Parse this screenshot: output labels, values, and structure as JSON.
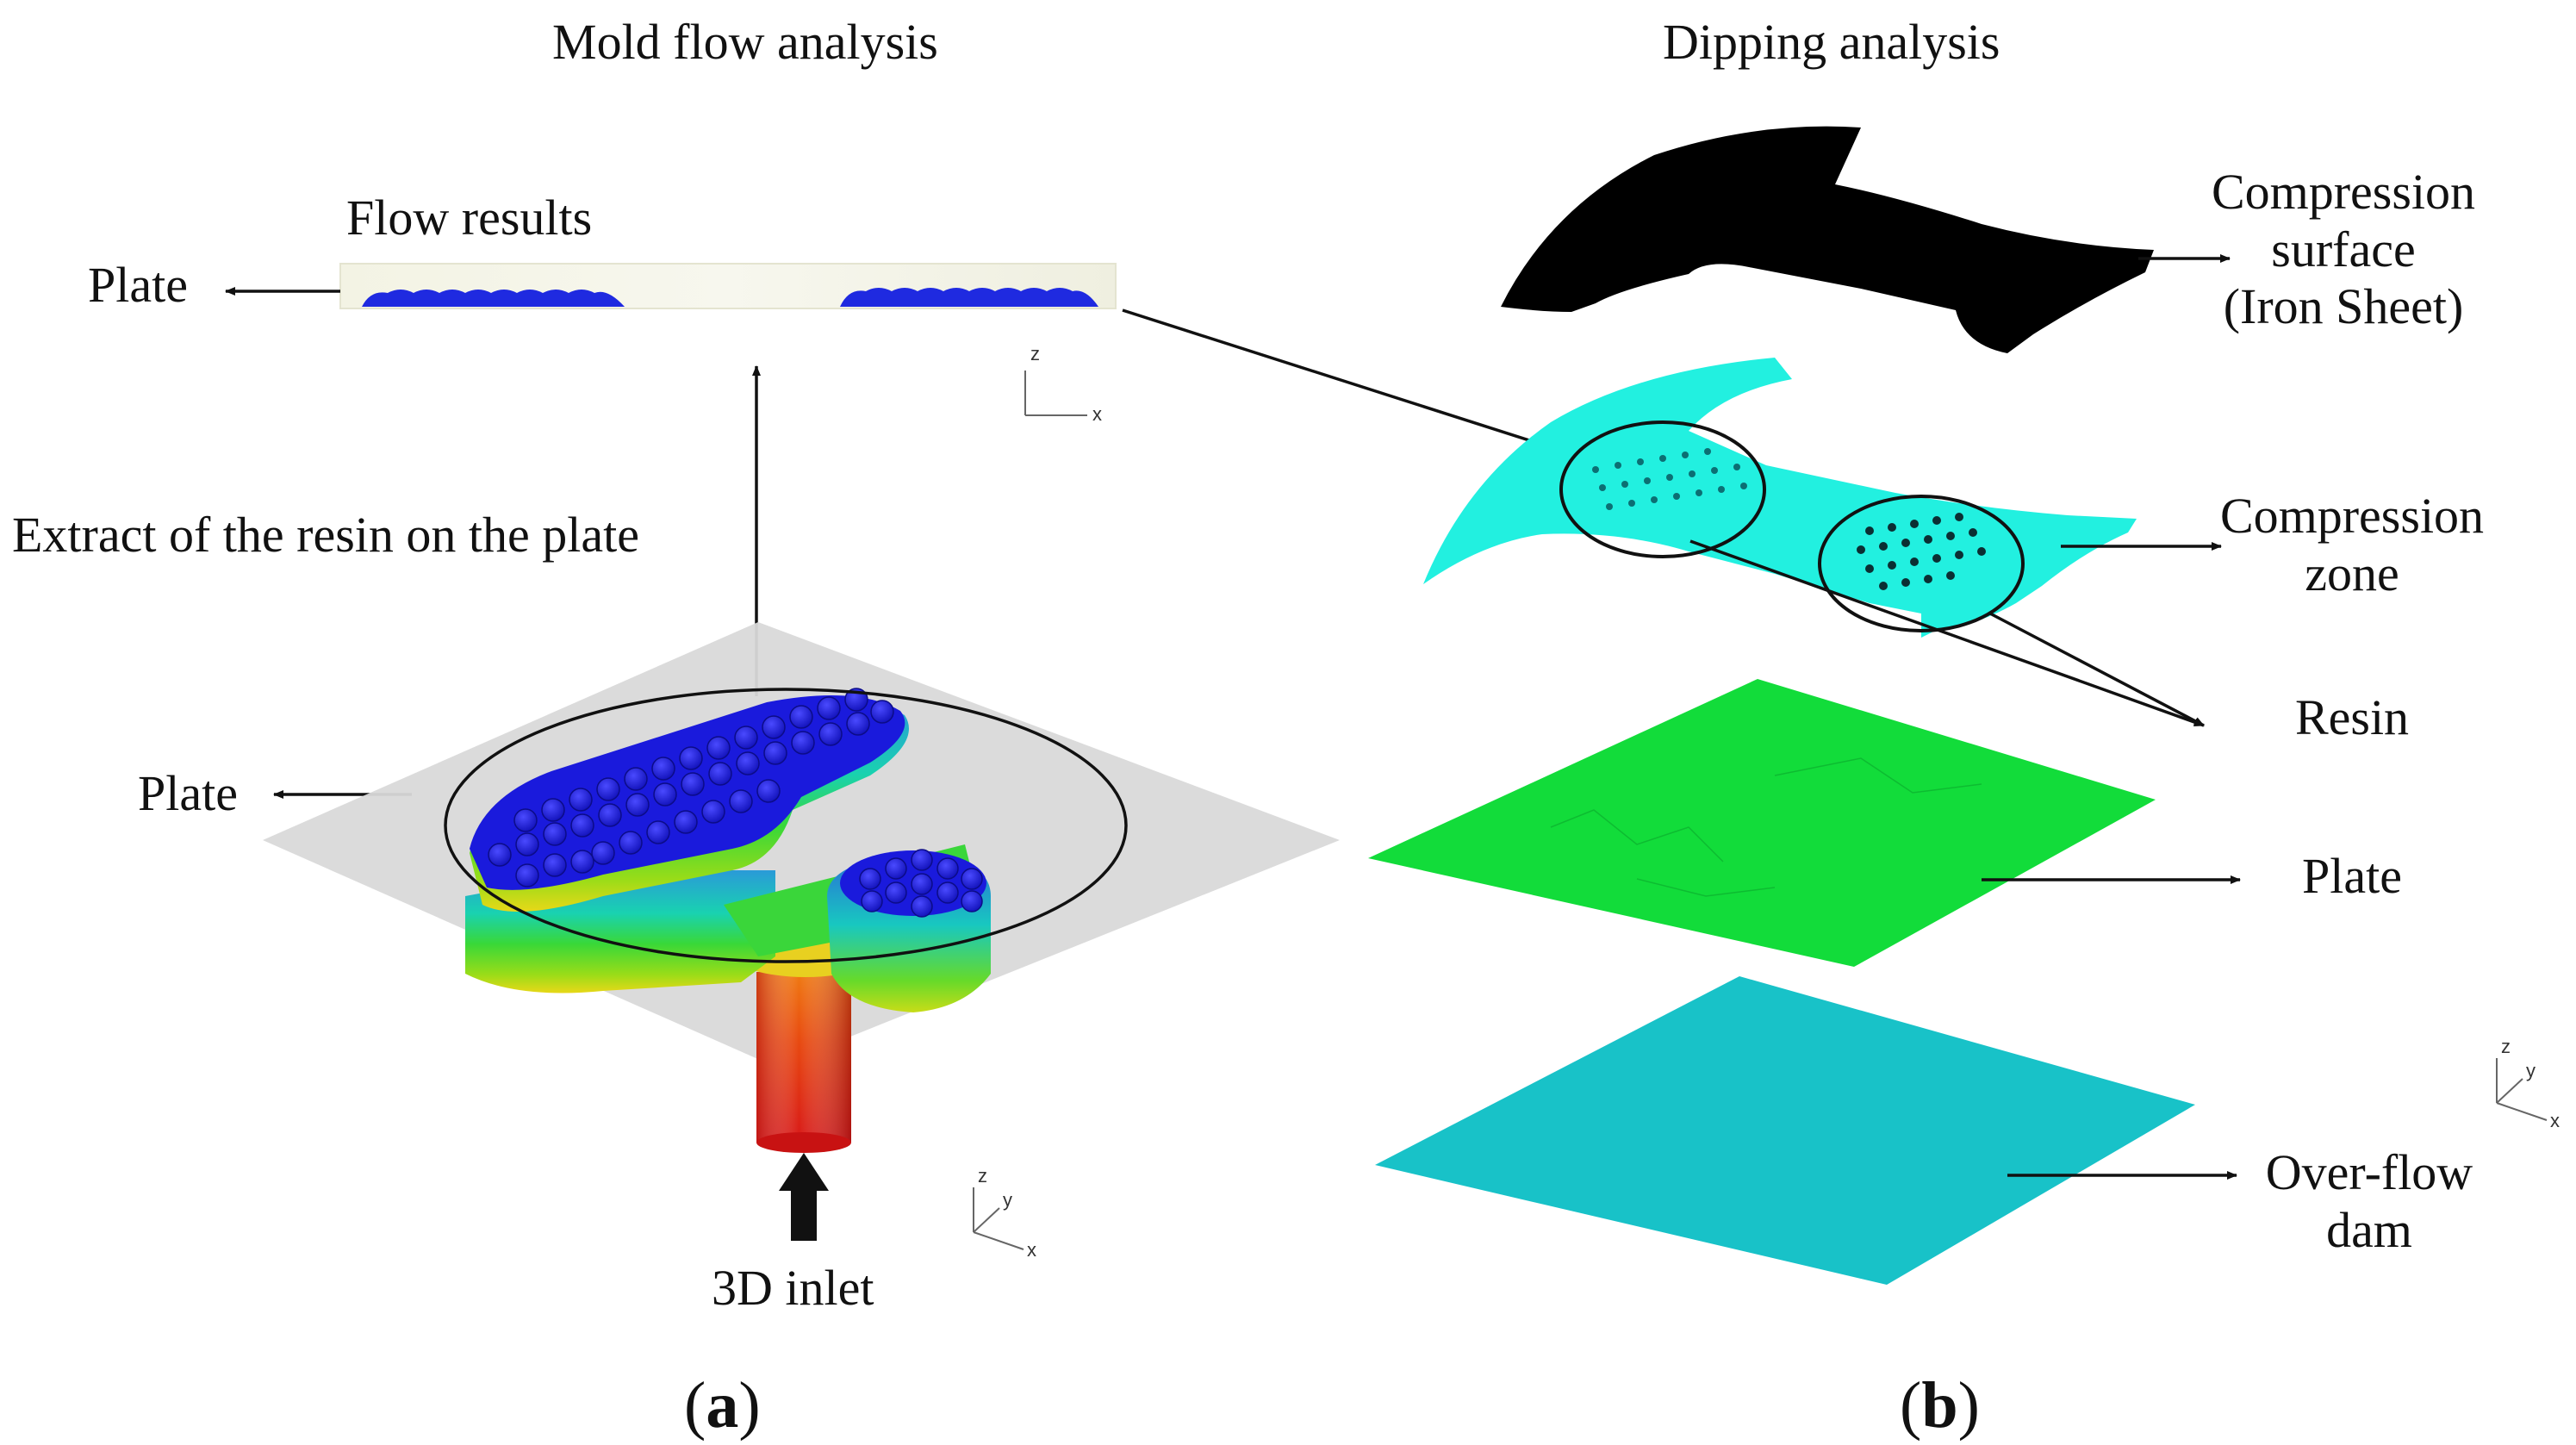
{
  "panel_a": {
    "heading": "Mold flow analysis",
    "flow_results_label": "Flow results",
    "plate_top_label": "Plate",
    "extract_label": "Extract of the resin on the plate",
    "plate_label": "Plate",
    "inlet_label": "3D inlet",
    "tag_open": "(",
    "tag_letter": "a",
    "tag_close": ")",
    "axis_z": "z",
    "axis_x": "x",
    "axis_y": "y"
  },
  "panel_b": {
    "heading": "Dipping analysis",
    "compression_surface": [
      "Compression",
      "surface",
      "(Iron Sheet)"
    ],
    "compression_zone": [
      "Compression",
      "zone"
    ],
    "resin_label": "Resin",
    "plate_label": "Plate",
    "overflow_dam": [
      "Over-flow",
      "dam"
    ],
    "tag_open": "(",
    "tag_letter": "b",
    "tag_close": ")",
    "axis_z": "z",
    "axis_x": "x",
    "axis_y": "y"
  },
  "colors": {
    "resin_blue": "#1a1adc",
    "iron_sheet": "#000000",
    "compression_zone": "#22f0e0",
    "plate_green": "#12dc3a",
    "overflow_teal": "#18c2c8",
    "plate_gray": "#d9d9d9",
    "inlet_red": "#e23a10",
    "arrow": "#111111"
  }
}
